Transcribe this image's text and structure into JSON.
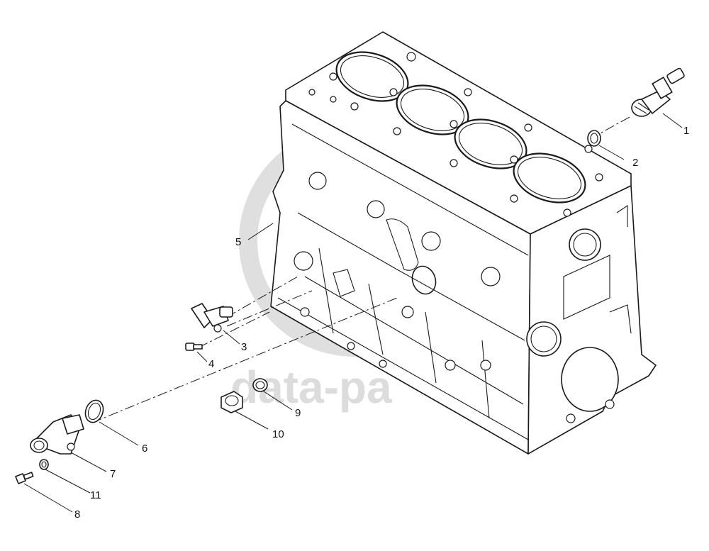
{
  "watermark": {
    "text": "data-pa",
    "color": "#d9d9d9"
  },
  "callouts": [
    {
      "id": "callout-1",
      "label": "1"
    },
    {
      "id": "callout-2",
      "label": "2"
    },
    {
      "id": "callout-3",
      "label": "3"
    },
    {
      "id": "callout-4",
      "label": "4"
    },
    {
      "id": "callout-5",
      "label": "5"
    },
    {
      "id": "callout-6",
      "label": "6"
    },
    {
      "id": "callout-7",
      "label": "7"
    },
    {
      "id": "callout-8",
      "label": "8"
    },
    {
      "id": "callout-9",
      "label": "9"
    },
    {
      "id": "callout-10",
      "label": "10"
    },
    {
      "id": "callout-11",
      "label": "11"
    }
  ],
  "parts": {
    "block": "engine-block",
    "cylinder_count": 4
  }
}
